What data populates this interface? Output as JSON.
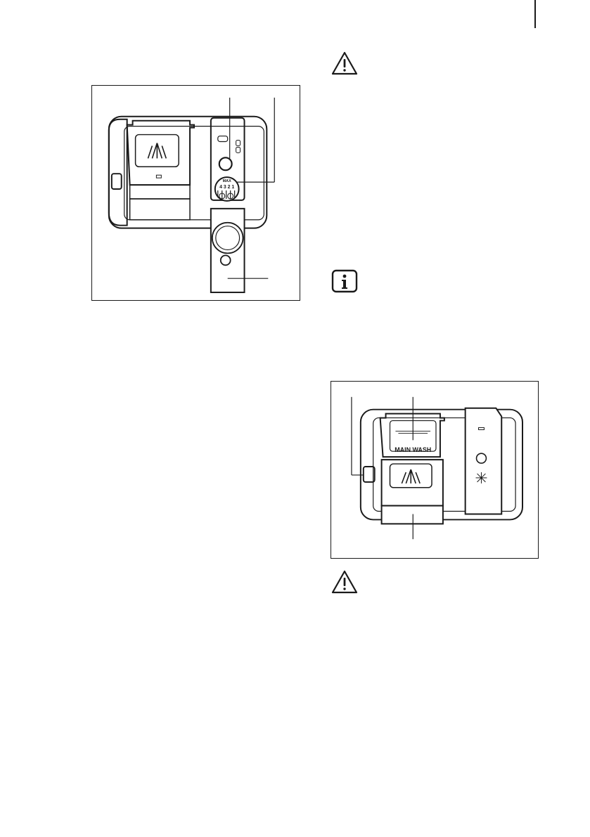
{
  "figure_top": {
    "dial_label_top": "MAX",
    "dial_label_bottom": "4 3 2 1"
  },
  "figure_bottom": {
    "compartment_label": "MAIN WASH"
  },
  "icons": {
    "warning": "warning-triangle-icon",
    "info": "info-icon",
    "dispenser": "detergent-dispenser-icon",
    "rinse_aid": "rinse-aid-icon"
  },
  "colors": {
    "line": "#1a1a1a",
    "background": "#ffffff"
  }
}
